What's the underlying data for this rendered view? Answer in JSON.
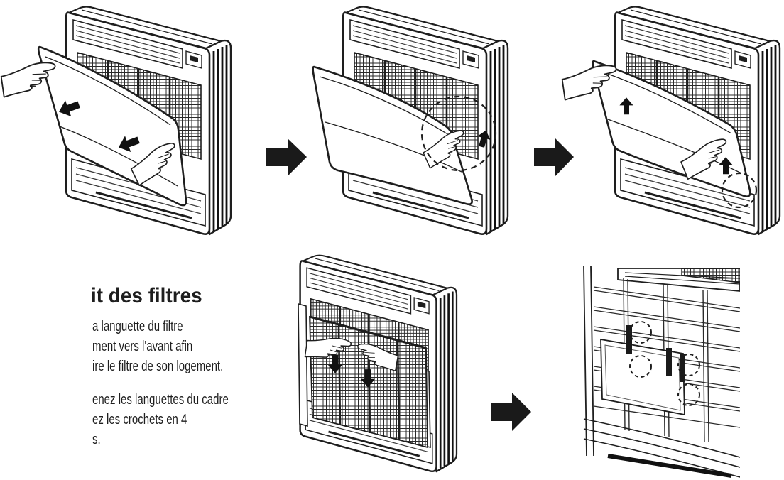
{
  "colors": {
    "ink": "#1e1e1e",
    "paper": "#ffffff"
  },
  "icons": {
    "flow_arrow": "arrow-right-icon",
    "hand": "hand-icon",
    "highlight": "dashed-circle-icon"
  },
  "section": {
    "heading": "it des filtres",
    "step1": [
      "a languette du filtre",
      "ment vers l'avant afin",
      "ire le filtre de son logement."
    ],
    "step2": [
      "enez les languettes du cadre",
      "ez les crochets en 4",
      "s."
    ]
  }
}
